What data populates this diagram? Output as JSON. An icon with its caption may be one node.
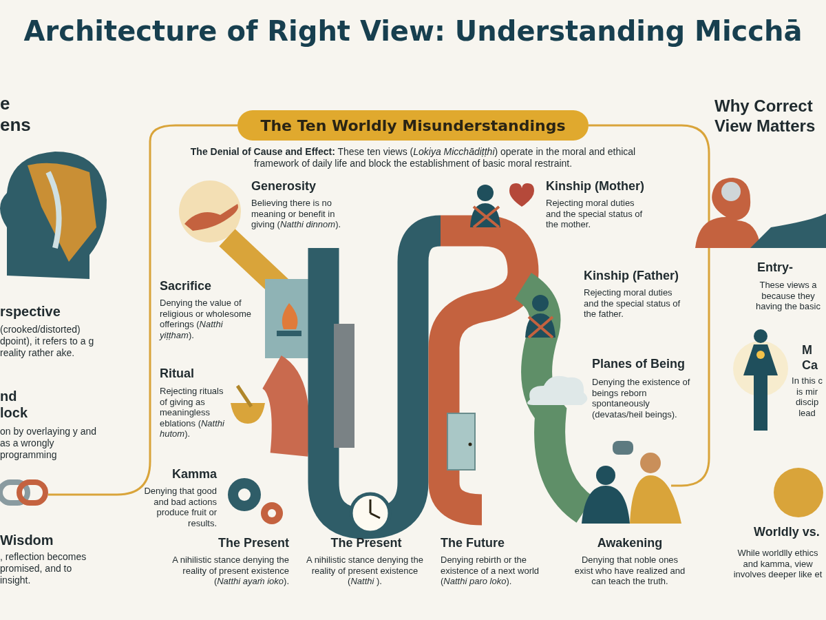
{
  "diagram": {
    "title": "Architecture of Right View: Understanding Micchā",
    "nodes": [
      {
        "text": [
          "The Ten Worldly Misunderstandings"
        ]
      }
    ],
    "labels": [
      "e ens",
      "rspective",
      "(crooked/distorted) dpoint), it refers to a g reality rather ake.",
      "nd lock",
      "on by overlaying y and as a wrongly programming",
      "Wisdom",
      ", reflection becomes promised, and to insight.",
      "**The Denial of Cause and Effect:** These ten views (*Lokiya Micchādiṭṭhi*) operate in the moral and ethical framework of daily life and block the establishment of basic moral restraint.",
      "Generosity",
      "Believing there is no meaning or benefit in giving (*Natthi dinnom*).",
      "Sacrifice",
      "Denying the value of religious or wholesome offerings (*Natthi yiṭṭham*).",
      "Ritual",
      "Rejecting rituals of giving as meaningless eblations (*Natthi hutom*).",
      "Kamma",
      "Denying that good and bad actions produce fruit or results.",
      "The Present",
      "A nihilistic stance denying the reality of present existence (*Natthi ayaṁ ioko*).",
      "The Present",
      "A nihilistic stance denying the reality of present existence (*Natthi* ).",
      "The Future",
      "Denying rebirth or the existence of a next world (*Natthi paro loko*).",
      "Awakening",
      "Denying that noble ones exist who have realized and can teach the truth.",
      "Kinship (Mother)",
      "Rejecting moral duties and the special status of the mother.",
      "Kinship (Father)",
      "Rejecting moral duties and the special status of the father.",
      "Planes of Being",
      "Denying the existence of beings reborn spontaneously (devatas/heil beings).",
      "Why Correct View Matters",
      "Entry-",
      "These views a because they having the basic",
      "M Ca",
      "In this c is mir discip lead",
      "Worldly vs.",
      "While worldlly ethics and kamma, view involves deeper like et"
    ]
  }
}
